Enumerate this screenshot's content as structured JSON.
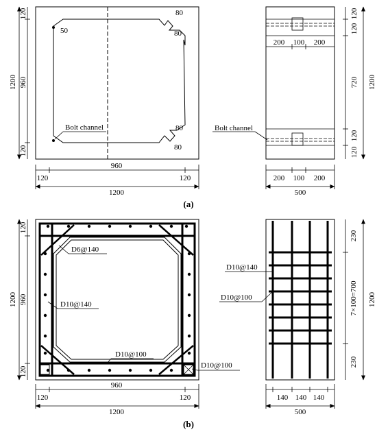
{
  "panel_a": {
    "caption": "(a)",
    "plan": {
      "dims_left": [
        "120",
        "960",
        "1200",
        "120"
      ],
      "dims_bottom": [
        "120",
        "960",
        "120",
        "1200"
      ],
      "annotations": [
        "50",
        "80",
        "80",
        "80",
        "80"
      ],
      "bolt_label": "Bolt channel"
    },
    "side": {
      "dims_top": [
        "200",
        "100",
        "200"
      ],
      "dims_right": [
        "120",
        "120",
        "720",
        "120",
        "120",
        "1200"
      ],
      "dims_bottom": [
        "200",
        "100",
        "200",
        "500"
      ],
      "bolt_label": "Bolt channel"
    }
  },
  "panel_b": {
    "caption": "(b)",
    "plan": {
      "dims_left": [
        "120",
        "960",
        "1200",
        "120"
      ],
      "dims_bottom": [
        "120",
        "960",
        "120",
        "1200"
      ],
      "labels": [
        "D6@140",
        "D10@140",
        "D10@100",
        "D10@100"
      ]
    },
    "side": {
      "labels": [
        "D10@140",
        "D10@100"
      ],
      "dims_right": [
        "230",
        "7×100=700",
        "230",
        "1200"
      ],
      "dims_bottom": [
        "140",
        "140",
        "140",
        "500"
      ]
    }
  }
}
